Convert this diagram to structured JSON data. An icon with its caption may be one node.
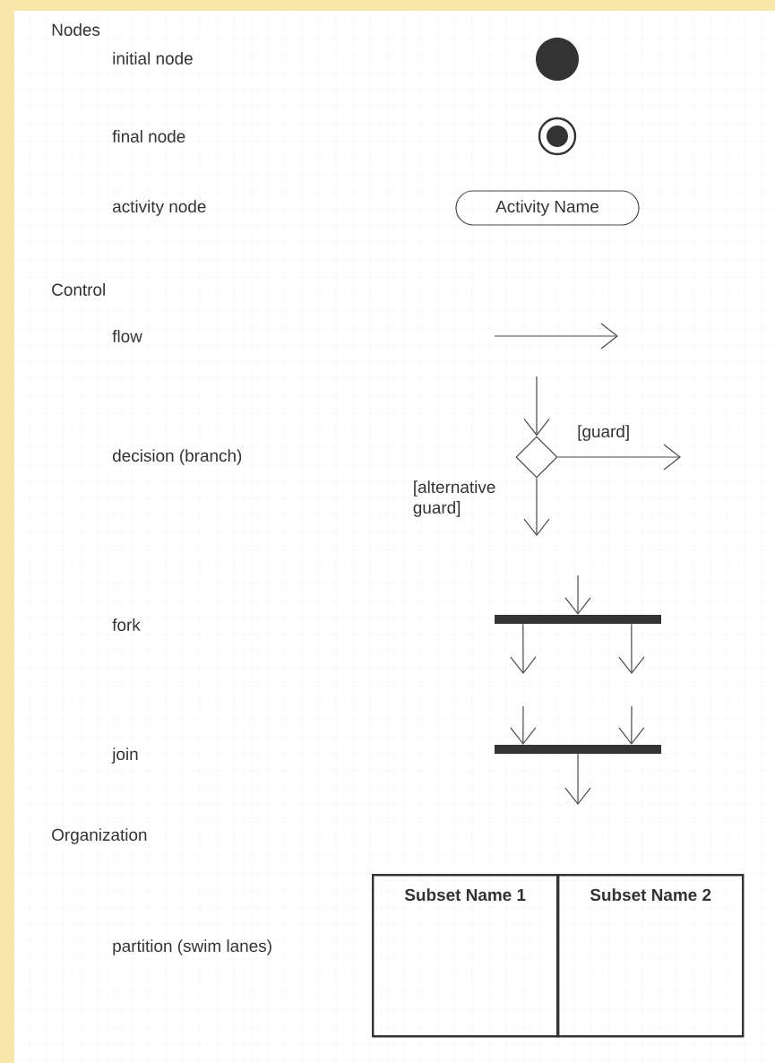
{
  "diagram": {
    "nodes": [
      {
        "text": [],
        "shape": "circle"
      },
      {
        "text": [],
        "shape": "bullseye"
      },
      {
        "text": [
          "Activity Name"
        ]
      },
      {
        "text": [],
        "shape": "diamond"
      },
      {
        "text": [],
        "shape": "bar"
      },
      {
        "text": [],
        "shape": "bar"
      },
      {
        "text": [
          "Subset Name 1"
        ]
      },
      {
        "text": [
          "Subset Name 2"
        ]
      }
    ],
    "edges": [
      {
        "from": null,
        "to": 3,
        "arrow": "to"
      },
      {
        "from": 3,
        "to": null,
        "arrow": "to",
        "label": "[guard]"
      },
      {
        "from": 3,
        "to": null,
        "arrow": "to",
        "label": "[alternative guard]"
      },
      {
        "from": null,
        "to": 4,
        "arrow": "to"
      },
      {
        "from": 4,
        "to": null,
        "arrow": "to"
      },
      {
        "from": 4,
        "to": null,
        "arrow": "to"
      },
      {
        "from": null,
        "to": 5,
        "arrow": "to"
      },
      {
        "from": null,
        "to": 5,
        "arrow": "to"
      },
      {
        "from": 5,
        "to": null,
        "arrow": "to"
      }
    ],
    "labels": [
      "Nodes",
      "initial node",
      "final node",
      "activity node",
      "Control",
      "flow",
      "decision (branch)",
      "fork",
      "join",
      "Organization",
      "partition (swim lanes)"
    ]
  }
}
